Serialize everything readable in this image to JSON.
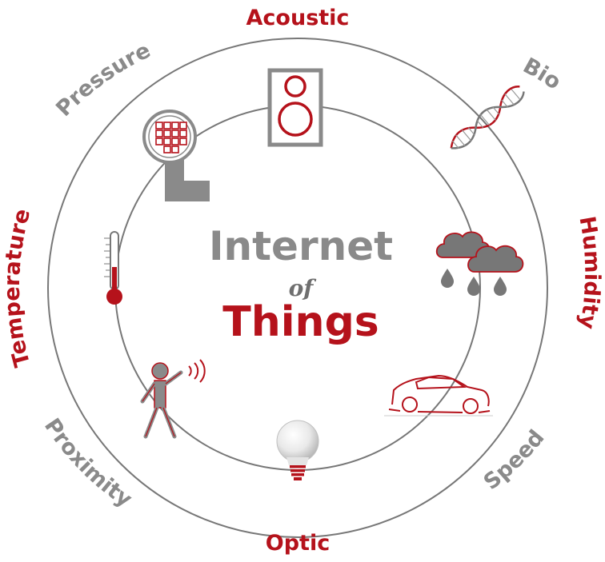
{
  "colors": {
    "red": "#b5121b",
    "gray": "#8a8a8a",
    "dark_gray": "#6f6f6f",
    "ring": "#777777"
  },
  "center": {
    "line1": "Internet",
    "line2": "of",
    "line3": "Things"
  },
  "sensors": {
    "acoustic": "Acoustic",
    "bio": "Bio",
    "humidity": "Humidity",
    "speed": "Speed",
    "optic": "Optic",
    "proximity": "Proximity",
    "temperature": "Temperature",
    "pressure": "Pressure"
  },
  "icons": {
    "acoustic": "speaker-icon",
    "bio": "dna-icon",
    "humidity": "rain-cloud-icon",
    "speed": "car-icon",
    "optic": "light-bulb-icon",
    "proximity": "person-signal-icon",
    "temperature": "thermometer-icon",
    "pressure": "pressure-sensor-icon"
  }
}
